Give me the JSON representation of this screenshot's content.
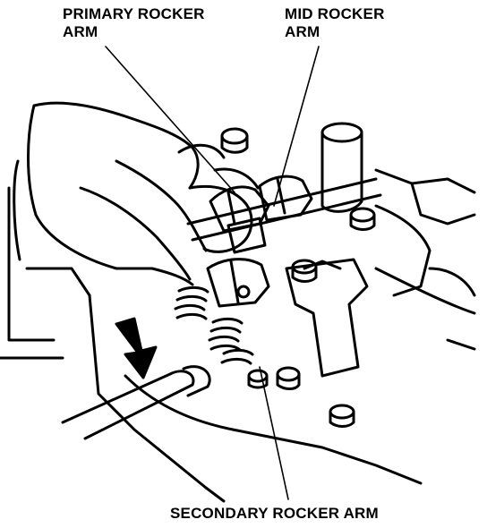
{
  "labels": {
    "primary_line1": "PRIMARY ROCKER",
    "primary_line2": "ARM",
    "mid_line1": "MID ROCKER",
    "mid_line2": "ARM",
    "secondary": "SECONDARY ROCKER ARM"
  },
  "colors": {
    "ink": "#000000",
    "paper": "#ffffff"
  }
}
